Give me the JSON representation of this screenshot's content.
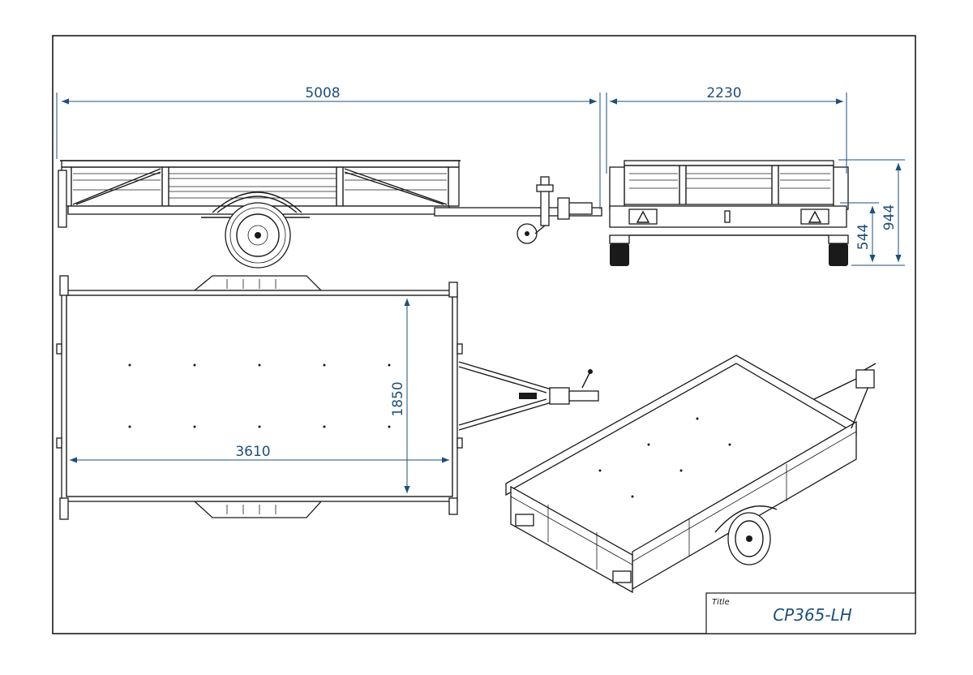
{
  "dimensions": {
    "overall_length": "5008",
    "overall_width": "2230",
    "bed_length": "3610",
    "bed_width": "1850",
    "bed_height": "544",
    "side_height": "944"
  },
  "title_block": {
    "label": "Title",
    "value": "CP365-LH"
  },
  "colors": {
    "dimension": "#1e4f7a",
    "line": "#1a1a1a",
    "background": "#ffffff"
  }
}
